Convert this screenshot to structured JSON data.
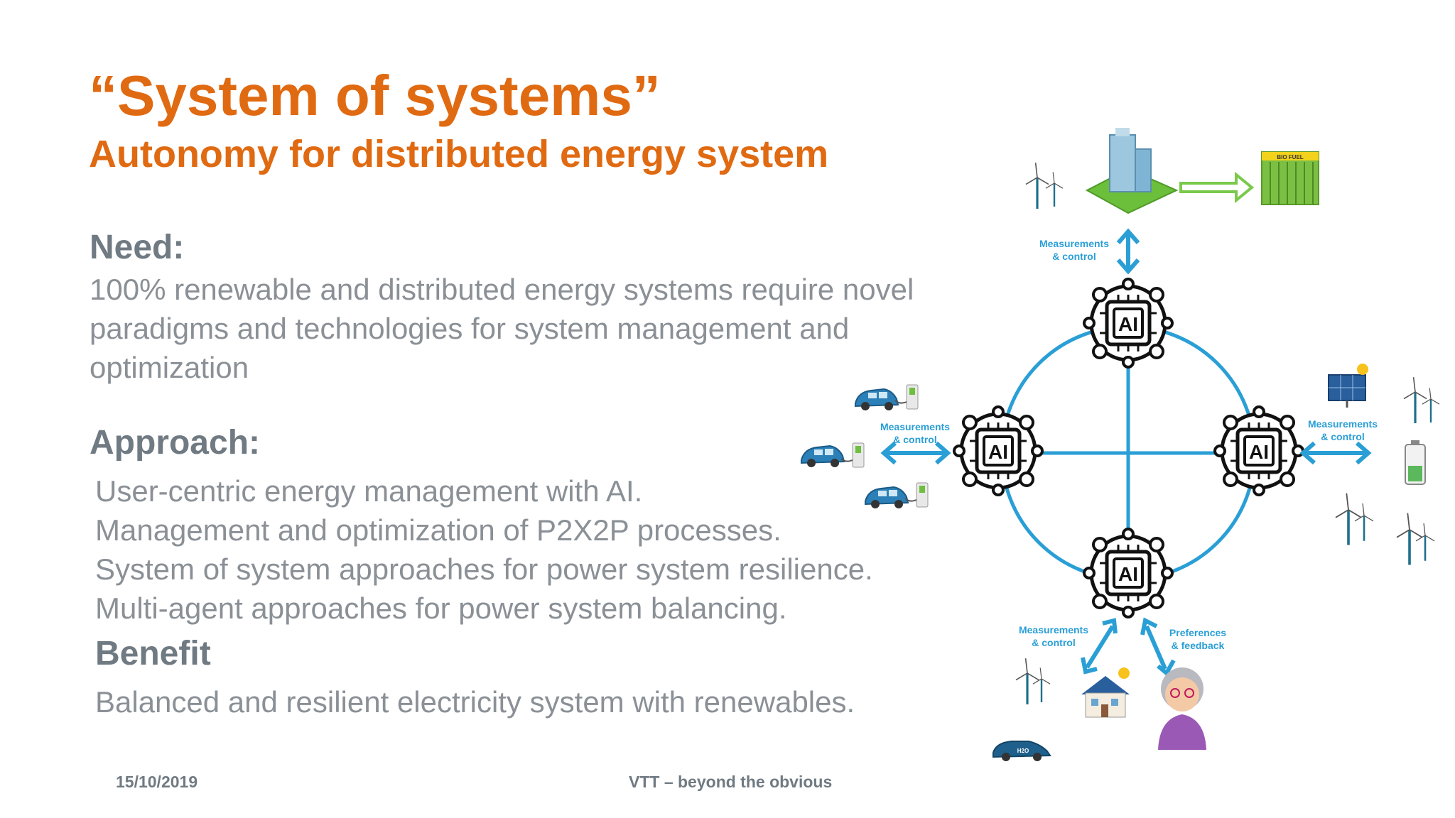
{
  "title": "“System of systems”",
  "subtitle": "Autonomy for distributed energy system",
  "need": {
    "heading": "Need:",
    "lines": [
      "100% renewable and distributed energy systems require novel",
      "paradigms and technologies for system management and",
      "optimization"
    ]
  },
  "approach": {
    "heading": "Approach:",
    "lines": [
      "User-centric energy management with AI.",
      "Management and optimization of P2X2P processes.",
      "System of system approaches for power system resilience.",
      "Multi-agent approaches for power system balancing."
    ]
  },
  "benefit": {
    "heading": "Benefit",
    "text": "Balanced and resilient electricity system with renewables."
  },
  "footer": {
    "date": "15/10/2019",
    "tagline": "VTT – beyond the obvious"
  },
  "diagram": {
    "ai_label": "AI",
    "bio_fuel_label": "BIO FUEL",
    "h2o_label": "H2O",
    "top_label": [
      "Measurements",
      "& control"
    ],
    "left_label": [
      "Measurements",
      "& control"
    ],
    "right_label": [
      "Measurements",
      "& control"
    ],
    "bottom_left_label": [
      "Measurements",
      "& control"
    ],
    "bottom_right_label": [
      "Preferences",
      "& feedback"
    ],
    "colors": {
      "accent_orange": "#e06a12",
      "network_blue": "#2a9fd6",
      "text_gray": "#707a82"
    }
  }
}
